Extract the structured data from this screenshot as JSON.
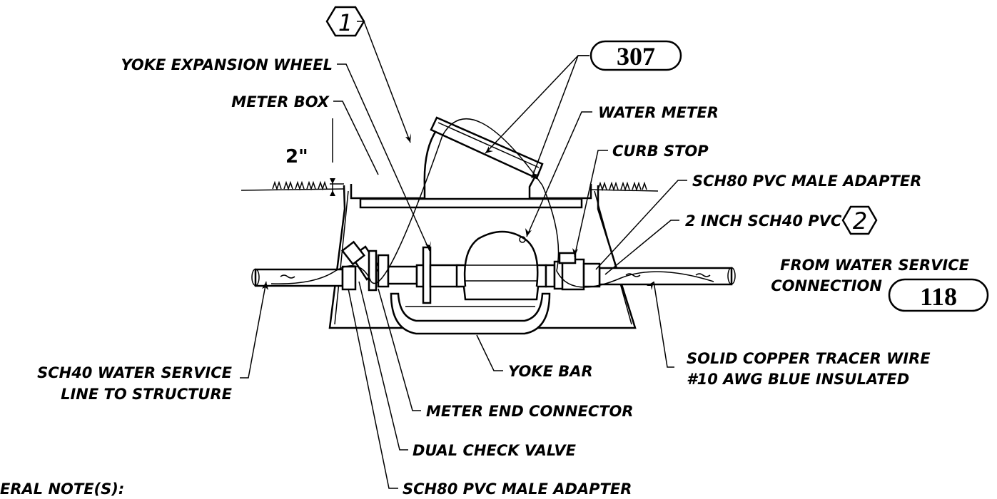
{
  "labels": {
    "yoke_expansion_wheel": "YOKE EXPANSION WHEEL",
    "meter_box": "METER BOX",
    "water_meter": "WATER METER",
    "curb_stop": "CURB STOP",
    "sch80_adapter_right": "SCH80 PVC MALE ADAPTER",
    "sch40_pvc_2in": "2 INCH SCH40 PVC",
    "from_service_1": "FROM WATER SERVICE",
    "from_service_2": "CONNECTION",
    "tracer_1": "SOLID COPPER TRACER WIRE",
    "tracer_2": "#10 AWG BLUE INSULATED",
    "yoke_bar": "YOKE BAR",
    "meter_end_connector": "METER END CONNECTOR",
    "dual_check_valve": "DUAL CHECK VALVE",
    "sch80_adapter_bottom": "SCH80 PVC MALE ADAPTER",
    "service_line_1": "SCH40 WATER SERVICE",
    "service_line_2": "LINE TO STRUCTURE",
    "general_notes": "ERAL NOTE(S):"
  },
  "dimension": "2\"",
  "callouts": {
    "ref_307": "307",
    "ref_118": "118"
  },
  "hex_tags": {
    "tag_1": "1",
    "tag_2": "2"
  }
}
